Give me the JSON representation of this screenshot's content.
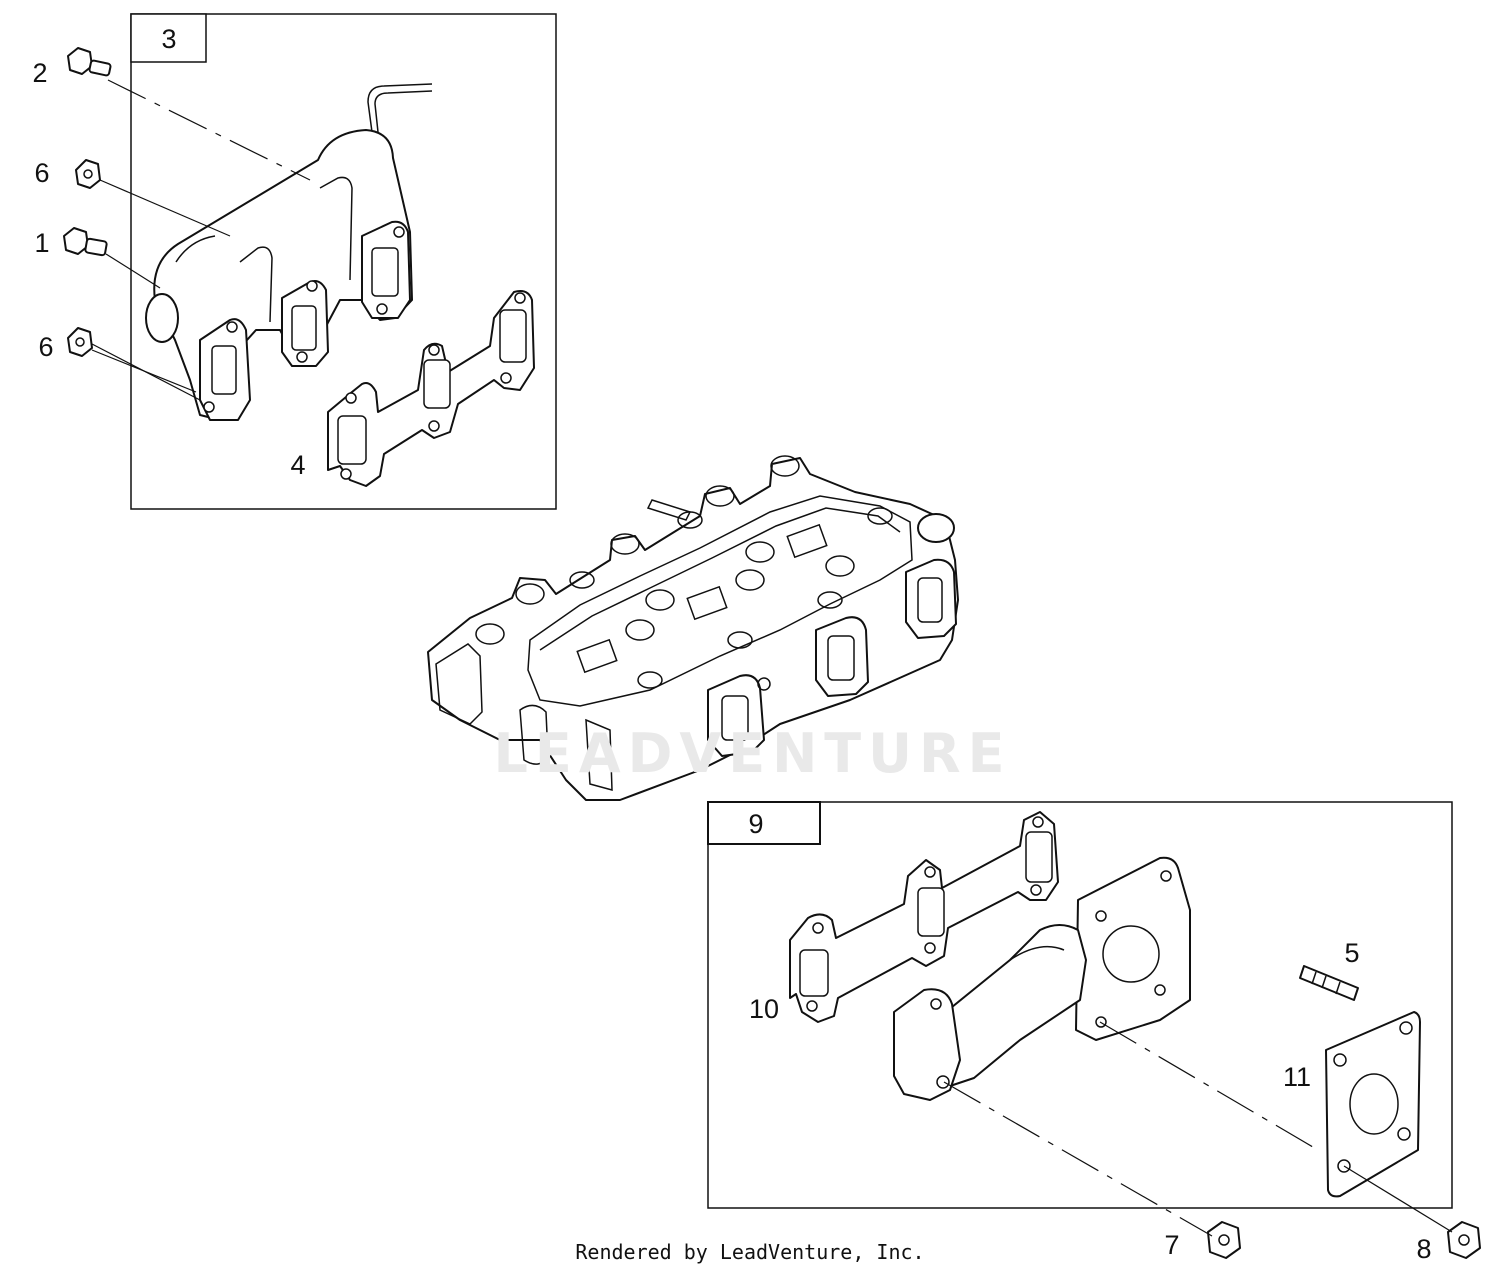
{
  "groups": [
    {
      "number": "3",
      "parts": [
        "1",
        "2",
        "4",
        "6"
      ]
    },
    {
      "number": "9",
      "parts": [
        "5",
        "7",
        "8",
        "10",
        "11"
      ]
    }
  ],
  "callouts": {
    "p1": "1",
    "p2": "2",
    "p4": "4",
    "p5": "5",
    "p6a": "6",
    "p6b": "6",
    "p7": "7",
    "p8": "8",
    "p10": "10",
    "p11": "11"
  },
  "watermark": "LEADVENTURE",
  "footer": "Rendered by LeadVenture, Inc."
}
